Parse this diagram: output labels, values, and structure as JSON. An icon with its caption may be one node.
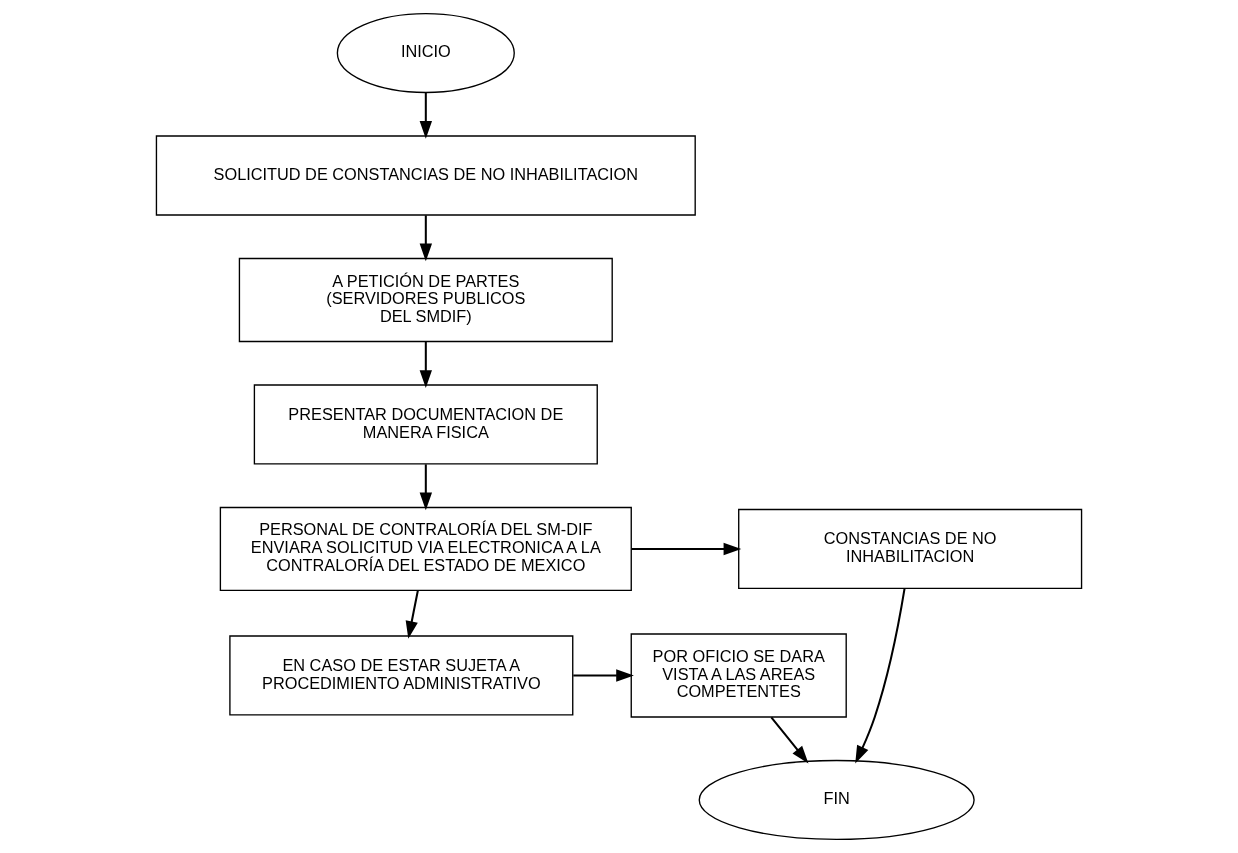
{
  "diagram": {
    "nodes": [
      {
        "text": [
          "INICIO"
        ]
      },
      {
        "text": [
          "SOLICITUD DE CONSTANCIAS DE NO INHABILITACION"
        ]
      },
      {
        "text": [
          "A PETICIÓN DE PARTES (SERVIDORES PUBLICOS DEL SMDIF)"
        ]
      },
      {
        "text": [
          "PRESENTAR DOCUMENTACION DE MANERA FISICA"
        ]
      },
      {
        "text": [
          "PERSONAL DE CONTRALORÍA DEL SM-DIF ENVIARA SOLICITUD VIA ELECTRONICA A LA CONTRALORÍA DEL ESTADO DE MEXICO"
        ]
      },
      {
        "text": [
          "CONSTANCIAS DE NO INHABILITACION"
        ]
      },
      {
        "text": [
          "EN CASO DE ESTAR SUJETA A PROCEDIMIENTO ADMINISTRATIVO"
        ]
      },
      {
        "text": [
          "POR OFICIO SE DARA VISTA A LAS AREAS COMPETENTES"
        ]
      },
      {
        "text": [
          "FIN"
        ]
      }
    ],
    "edges": [
      {
        "from": 0,
        "to": 1,
        "arrow": "to"
      },
      {
        "from": 1,
        "to": 2,
        "arrow": "to"
      },
      {
        "from": 2,
        "to": 3,
        "arrow": "to"
      },
      {
        "from": 3,
        "to": 4,
        "arrow": "to"
      },
      {
        "from": 4,
        "to": 5,
        "arrow": "to"
      },
      {
        "from": 4,
        "to": 6,
        "arrow": "to"
      },
      {
        "from": 6,
        "to": 7,
        "arrow": "to"
      },
      {
        "from": 5,
        "to": 8,
        "arrow": "to"
      },
      {
        "from": 7,
        "to": 8,
        "arrow": "to"
      }
    ]
  }
}
